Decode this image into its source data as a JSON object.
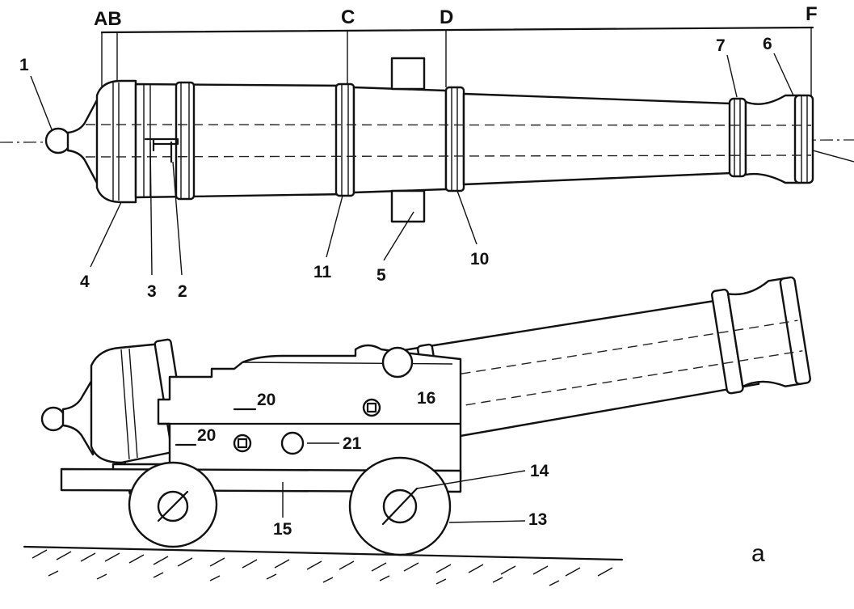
{
  "section_letters": {
    "ab": "AB",
    "c": "C",
    "d": "D",
    "f": "F"
  },
  "part_numbers": {
    "n1": "1",
    "n2": "2",
    "n3": "3",
    "n4": "4",
    "n5": "5",
    "n6": "6",
    "n7": "7",
    "n10": "10",
    "n11": "11",
    "n13": "13",
    "n14": "14",
    "n15": "15",
    "n16": "16",
    "n20a": "20",
    "n20b": "20",
    "n21": "21"
  },
  "figure_letter": "a"
}
